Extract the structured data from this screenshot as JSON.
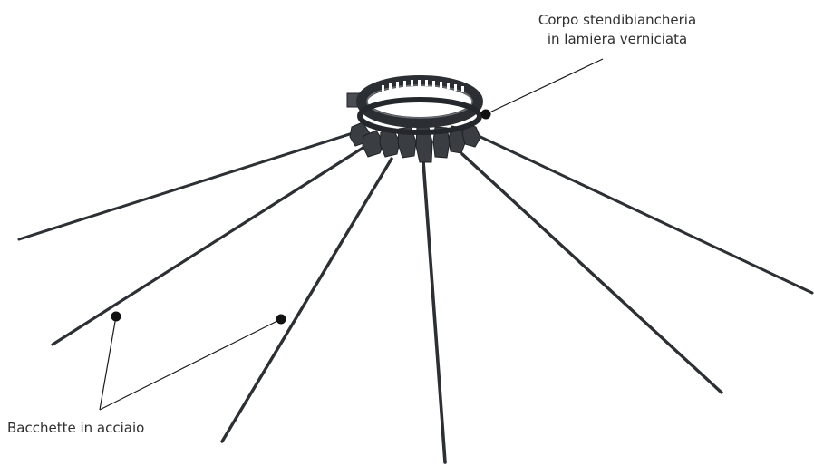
{
  "labels": {
    "body_line1": "Corpo stendibiancheria",
    "body_line2": "in lamiera verniciata",
    "rods": "Bacchette in acciaio"
  },
  "colors": {
    "rod": "#2c2f33",
    "ring": "#2b2e32",
    "bracket": "#3a3d42",
    "leader": "#1a1a1a",
    "text": "#2f2f2f"
  }
}
